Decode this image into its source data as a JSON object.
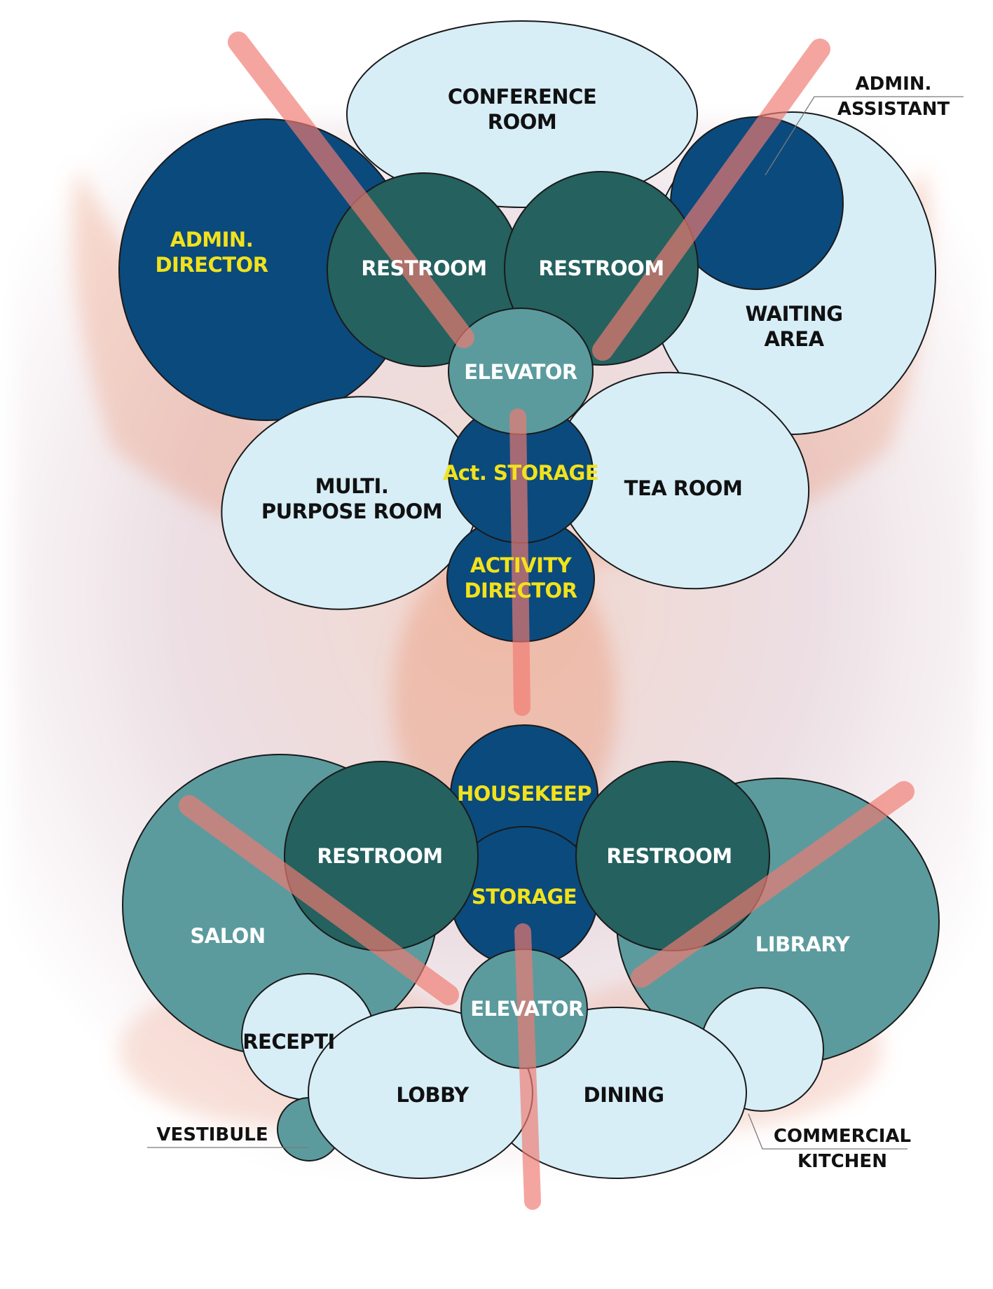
{
  "colors": {
    "light_blue": "#d7eef7",
    "navy": "#0b4a7d",
    "dark_teal": "#24615f",
    "mid_teal": "#5b9b9e",
    "outline": "#1a1a1a",
    "label_dark": "#111111",
    "label_light": "#ffffff",
    "label_yellow": "#f2e21b",
    "circulation_stroke": "#f07a72",
    "bird_tint": "#e8805a"
  },
  "upper_floor": {
    "conference_room": [
      "CONFERENCE",
      "ROOM"
    ],
    "admin_director": [
      "ADMIN.",
      "DIRECTOR"
    ],
    "waiting_area": [
      "WAITING",
      "AREA"
    ],
    "restroom_left": "RESTROOM",
    "restroom_right": "RESTROOM",
    "elevator": "ELEVATOR",
    "multi_purpose_room": [
      "MULTI.",
      "PURPOSE ROOM"
    ],
    "act_storage": "Act. STORAGE",
    "tea_room": "TEA ROOM",
    "activity_director": [
      "ACTIVITY",
      "DIRECTOR"
    ],
    "admin_assistant_callout": [
      "ADMIN.",
      "ASSISTANT"
    ]
  },
  "lower_floor": {
    "housekeep": "HOUSEKEEP",
    "storage": "STORAGE",
    "restroom_left": "RESTROOM",
    "restroom_right": "RESTROOM",
    "salon": "SALON",
    "library": "LIBRARY",
    "elevator": "ELEVATOR",
    "reception": "RECEPTI",
    "lobby": "LOBBY",
    "dining": "DINING",
    "vestibule_callout": "VESTIBULE",
    "commercial_kitchen_callout": [
      "COMMERCIAL",
      "KITCHEN"
    ]
  }
}
